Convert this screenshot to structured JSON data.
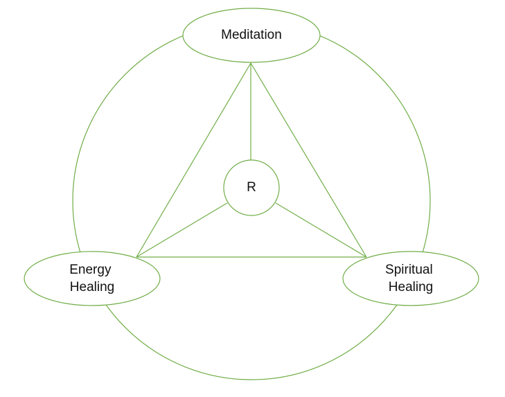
{
  "colors": {
    "stroke": "#70ad47",
    "text": "#111111",
    "background": "#ffffff"
  },
  "nodes": {
    "top": {
      "lines": [
        "Meditation"
      ]
    },
    "left": {
      "lines": [
        "Energy",
        "Healing"
      ]
    },
    "right": {
      "lines": [
        "Spiritual",
        "Healing"
      ]
    },
    "center": {
      "lines": [
        "R"
      ]
    }
  }
}
